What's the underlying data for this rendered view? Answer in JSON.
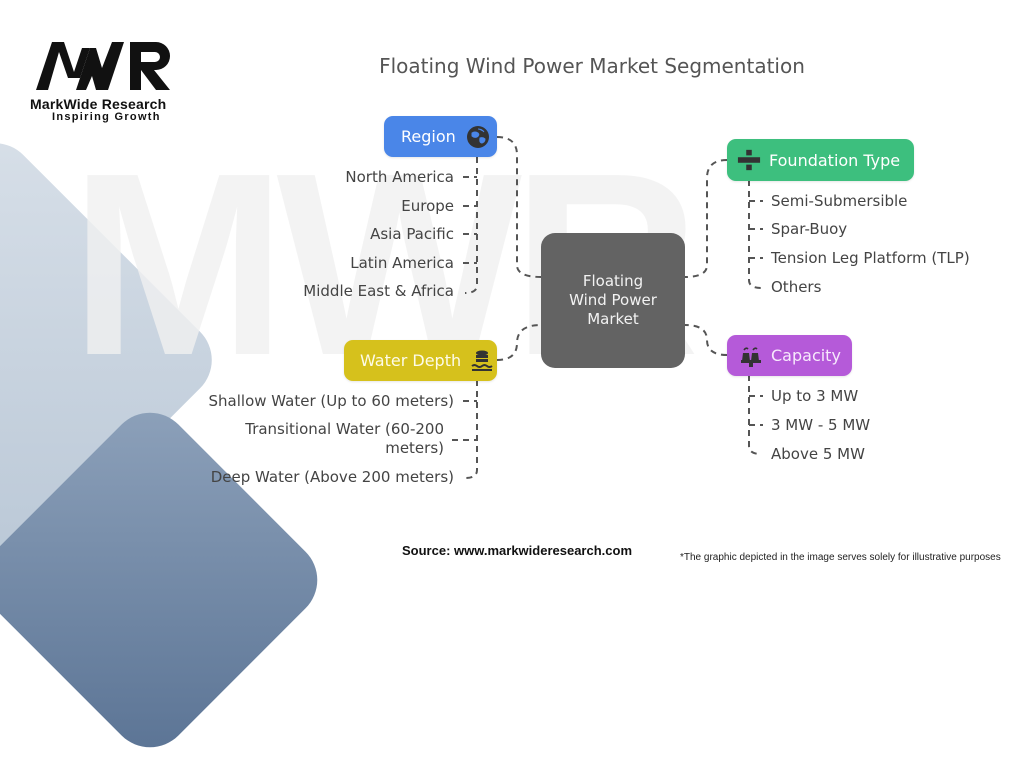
{
  "brand": {
    "logo_mark": "MWR",
    "name": "MarkWide Research",
    "tagline": "Inspiring Growth"
  },
  "title": "Floating Wind Power Market Segmentation",
  "center": {
    "lines": [
      "Floating",
      "Wind Power",
      "Market"
    ]
  },
  "segments": {
    "region": {
      "label": "Region",
      "icon": "globe-icon",
      "color": "#4a86e8",
      "items": [
        "North America",
        "Europe",
        "Asia Pacific",
        "Latin America",
        "Middle East & Africa"
      ]
    },
    "foundation_type": {
      "label": "Foundation Type",
      "icon": "foundation-icon",
      "color": "#3dbf7e",
      "items": [
        "Semi-Submersible",
        "Spar-Buoy",
        "Tension Leg Platform (TLP)",
        "Others"
      ]
    },
    "water_depth": {
      "label": "Water Depth",
      "icon": "water-depth-icon",
      "color": "#d6c11c",
      "items": [
        "Shallow Water (Up to 60 meters)",
        "Transitional Water (60-200",
        "meters)",
        "Deep Water (Above 200 meters)"
      ]
    },
    "capacity": {
      "label": "Capacity",
      "icon": "power-plant-icon",
      "color": "#b55ad9",
      "items": [
        "Up to 3 MW",
        "3 MW - 5 MW",
        "Above 5 MW"
      ]
    }
  },
  "footer": {
    "source": "Source: www.markwideresearch.com",
    "disclaimer": "*The graphic depicted in the image serves solely for illustrative purposes"
  }
}
